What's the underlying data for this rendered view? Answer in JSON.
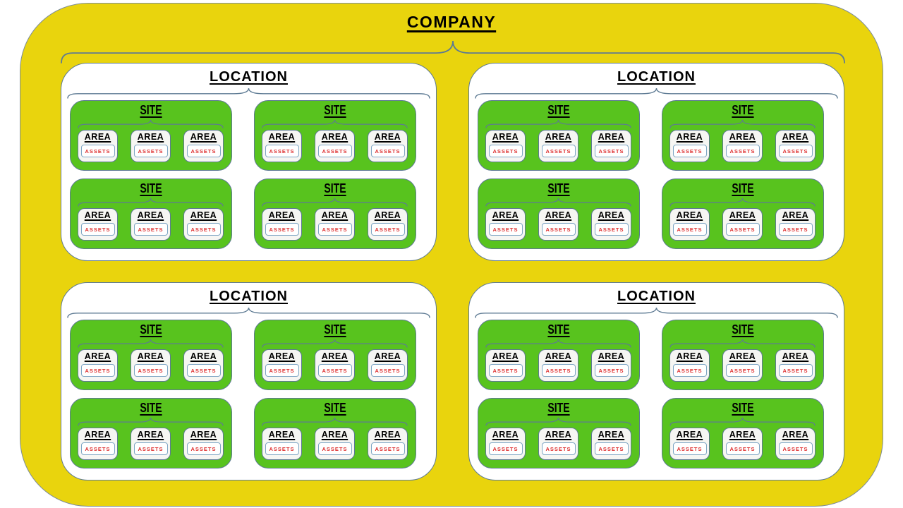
{
  "labels": {
    "company": "COMPANY",
    "location": "LOCATION",
    "site": "SITE",
    "area": "AREA",
    "assets": "ASSETS"
  },
  "structure": {
    "locations": 4,
    "sites_per_location": 4,
    "areas_per_site": 3,
    "assets_per_area": 1
  },
  "colors": {
    "company_fill": "#E9D40D",
    "location_fill": "#FFFFFF",
    "site_fill": "#58C31E",
    "area_fill": "#F6F6F3",
    "assets_fill": "#FFFFFF",
    "outline": "#5d7a93",
    "outer_outline": "#7d8d99",
    "assets_outline": "#7fa6c4",
    "title_text": "#000000",
    "assets_text": "#DE2F2F",
    "page_background": "#FFFFFF"
  }
}
